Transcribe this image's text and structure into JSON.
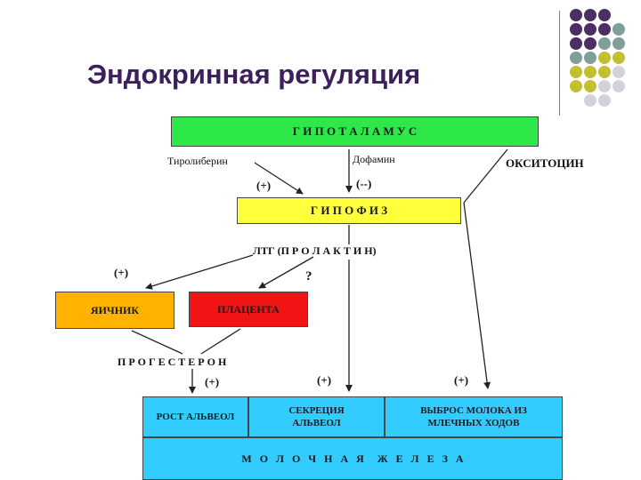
{
  "title": "Эндокринная регуляция",
  "nodes": {
    "hypothalamus": "Г И П О Т А Л А М У С",
    "pituitary": "Г И П О Ф И З",
    "ovary": "ЯИЧНИК",
    "placenta": "ПЛАЦЕНТА",
    "alveoli_growth": "РОСТ АЛЬВЕОЛ",
    "alveoli_secretion": "СЕКРЕЦИЯ АЛЬВЕОЛ",
    "milk_release": "ВЫБРОС МОЛОКА ИЗ МЛЕЧНЫХ ХОДОВ",
    "mammary_gland": "М   О   Л   О   Ч   Н   А   Я     Ж   Е   Л   Е   З   А"
  },
  "labels": {
    "thyroliberin": "Тиролиберин",
    "dopamine": "Дофамин",
    "oxytocin": "ОКСИТОЦИН",
    "plus_1": "(+)",
    "minus": "(--)",
    "ltg": "ЛТГ (П Р О Л А К Т И Н)",
    "plus_2": "(+)",
    "question": "?",
    "progesterone": "П Р О Г Е С Т Е Р О Н",
    "plus_3": "(+)",
    "plus_4": "(+)",
    "plus_5": "(+)"
  },
  "colors": {
    "title": "#3d1f5c",
    "hypothalamus": "#2ee84a",
    "pituitary": "#ffff3c",
    "ovary": "#ffb300",
    "placenta": "#f01414",
    "gland": "#33ccff",
    "dot_purple": "#4b2e63",
    "dot_teal": "#7f9f9c",
    "dot_olive": "#c2c02e",
    "dot_grey": "#d2d2dc"
  }
}
